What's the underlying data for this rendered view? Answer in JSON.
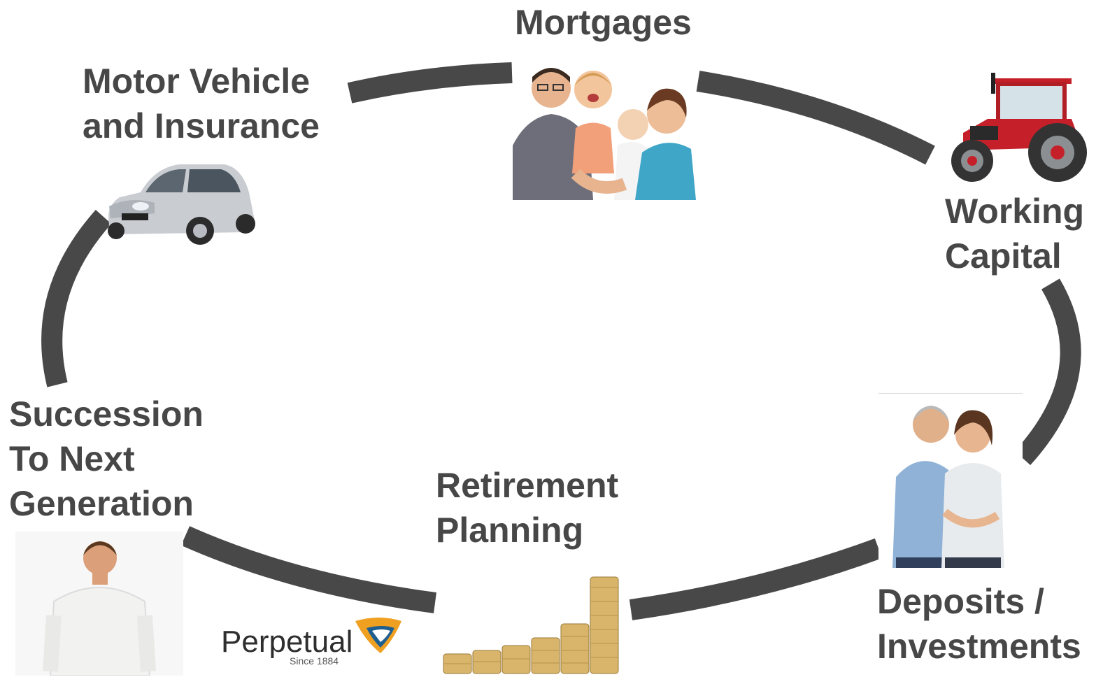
{
  "nodes": {
    "mortgages": {
      "lines": [
        "Mortgages"
      ]
    },
    "motor": {
      "lines": [
        "Motor Vehicle",
        "and Insurance"
      ]
    },
    "working_capital": {
      "lines": [
        "Working",
        "Capital"
      ]
    },
    "deposits": {
      "lines": [
        "Deposits /",
        "Investments"
      ]
    },
    "retirement": {
      "lines": [
        "Retirement",
        "Planning"
      ]
    },
    "succession": {
      "lines": [
        "Succession",
        "To Next",
        "Generation"
      ]
    }
  },
  "logo": {
    "name": "Perpetual",
    "tagline": "Since 1884"
  },
  "colors": {
    "ring": "#484848",
    "text": "#474747",
    "logo_orange": "#f0a020",
    "logo_blue": "#1f5f8f"
  },
  "icons": [
    "family-photo",
    "car-photo",
    "tractor-photo",
    "couple-photo",
    "coins-photo",
    "young-man-photo",
    "perpetual-logo"
  ]
}
